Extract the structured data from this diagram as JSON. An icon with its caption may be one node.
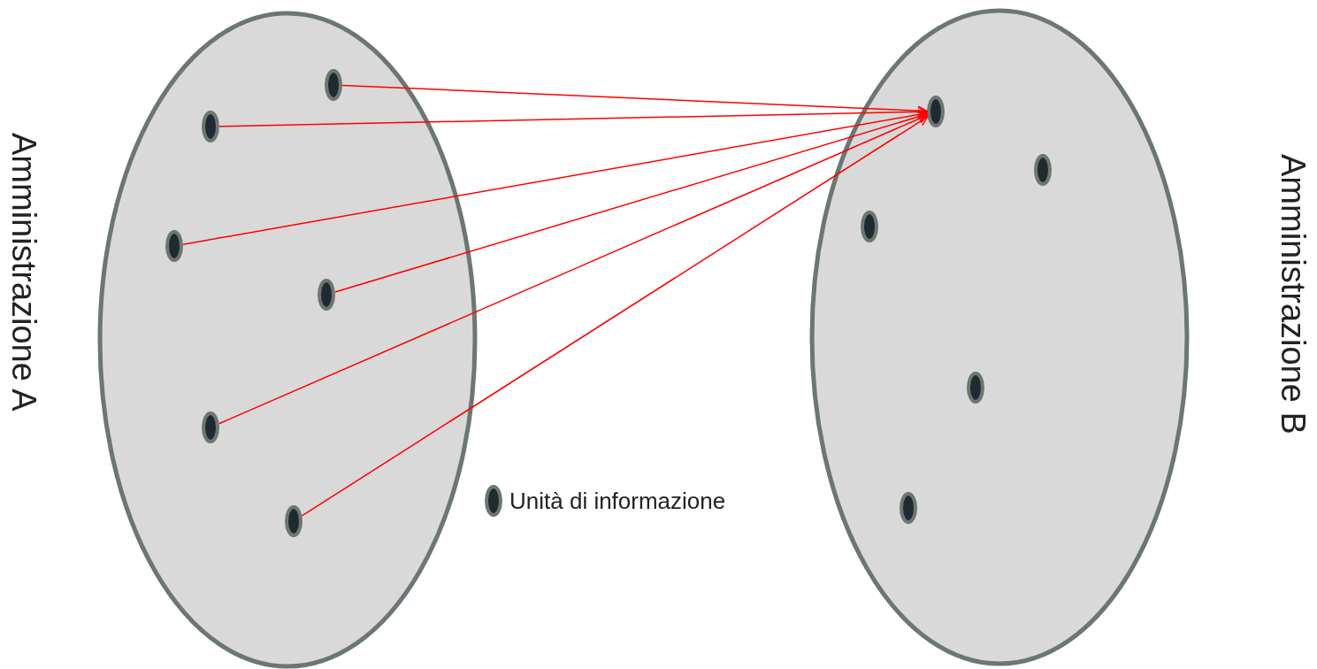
{
  "diagram": {
    "nodes": [
      {
        "text": [
          "Amministrazione A"
        ]
      },
      {
        "text": [],
        "shape": "ellipse",
        "in": 0
      },
      {
        "text": [],
        "shape": "ellipse",
        "in": 0
      },
      {
        "text": [],
        "shape": "ellipse",
        "in": 0
      },
      {
        "text": [],
        "shape": "ellipse",
        "in": 0
      },
      {
        "text": [],
        "shape": "ellipse",
        "in": 0
      },
      {
        "text": [],
        "shape": "ellipse",
        "in": 0
      },
      {
        "text": [
          "Amministrazione B"
        ]
      },
      {
        "text": [],
        "shape": "ellipse",
        "in": 7
      },
      {
        "text": [],
        "shape": "ellipse",
        "in": 7
      },
      {
        "text": [],
        "shape": "ellipse",
        "in": 7
      },
      {
        "text": [],
        "shape": "ellipse",
        "in": 7
      },
      {
        "text": [],
        "shape": "ellipse",
        "in": 7
      }
    ],
    "edges": [
      {
        "from": 1,
        "to": 8,
        "arrow": "to"
      },
      {
        "from": 2,
        "to": 8,
        "arrow": "to"
      },
      {
        "from": 3,
        "to": 8,
        "arrow": "to"
      },
      {
        "from": 4,
        "to": 8,
        "arrow": "to"
      },
      {
        "from": 5,
        "to": 8,
        "arrow": "to"
      },
      {
        "from": 6,
        "to": 8,
        "arrow": "to"
      }
    ],
    "legend": [
      {
        "text": "Unità di informazione"
      }
    ]
  }
}
